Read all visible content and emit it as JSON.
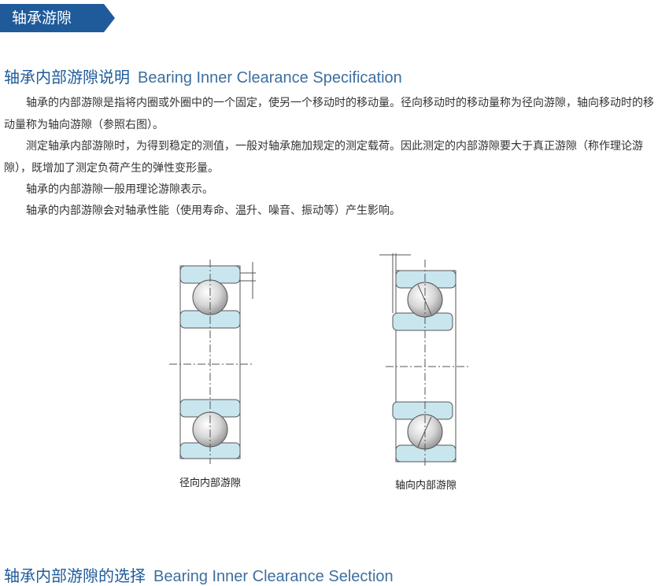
{
  "header_tag": {
    "label": "轴承游隙",
    "color": "#1f5b9b"
  },
  "section": {
    "title_cn": "轴承内部游隙说明",
    "title_en": "Bearing Inner Clearance Specification"
  },
  "paragraphs": [
    "轴承的内部游隙是指将内圈或外圈中的一个固定，使另一个移动时的移动量。径向移动时的移动量称为径向游隙，轴向移动时的移动量称为轴向游隙（参照右图）。",
    "测定轴承内部游隙时，为得到稳定的测值，一般对轴承施加规定的测定载荷。因此测定的内部游隙要大于真正游隙（称作理论游隙），既增加了测定负荷产生的弹性变形量。",
    "轴承的内部游隙一般用理论游隙表示。",
    "轴承的内部游隙会对轴承性能（使用寿命、温升、噪音、振动等）产生影响。"
  ],
  "figures": {
    "radial_caption": "径向内部游隙",
    "axial_caption": "轴向内部游隙",
    "ring_color": "#c9e6ef",
    "ball_color": "#bdbdbd"
  },
  "next_section": {
    "title_cn": "轴承内部游隙的选择",
    "title_en": "Bearing Inner Clearance Selection"
  }
}
